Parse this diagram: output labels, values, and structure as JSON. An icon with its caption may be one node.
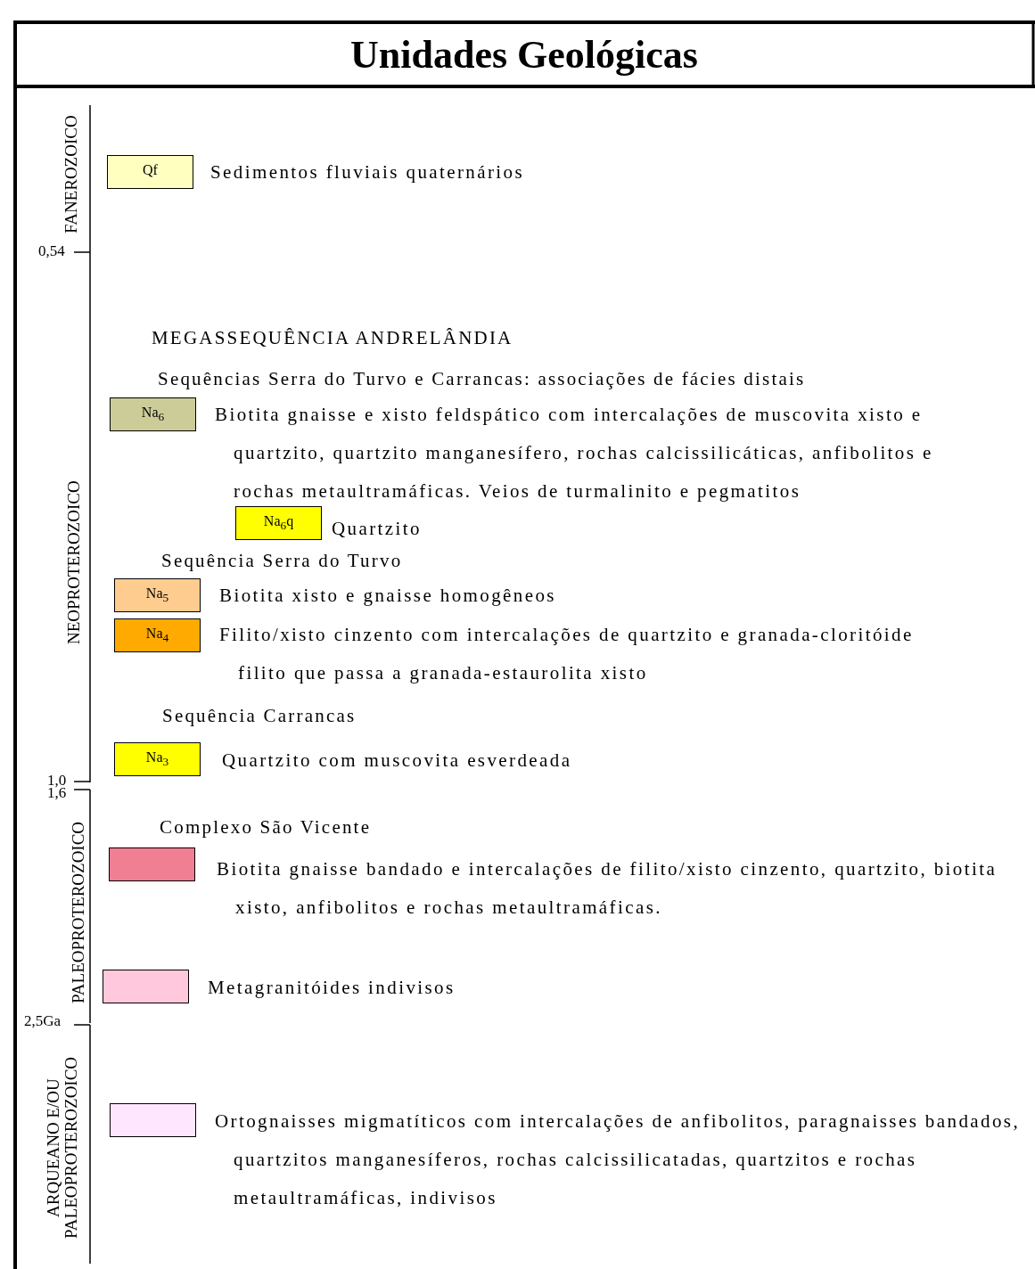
{
  "diagram": {
    "title": "Unidades Geológicas",
    "labels": [
      "FANEROZOICO",
      "0,54",
      "NEOPROTEROZOICO",
      "1,0",
      "1,6",
      "PALEOPROTEROZOICO",
      "2,5Ga",
      "ARQUEANO E/OU PALEOPROTEROZOICO",
      "Qf",
      "MEGASSEQUÊNCIA ANDRELÂNDIA",
      "Sequências Serra do Turvo e Carrancas: associações de fácies distais",
      "Na$_{6}$",
      "Na$_{6}$q",
      "Sequência Serra do Turvo",
      "Na$_{5}$",
      "Na$_{4}$",
      "Sequência Carrancas",
      "Na$_{3}$",
      "Complexo São Vicente"
    ],
    "legend": [
      {
        "text": "Sedimentos fluviais quaternários",
        "color": "#ffffc0"
      },
      {
        "text": "Biotita gnaisse e xisto feldspático com intercalações de muscovita xisto e quartzito, quartzito manganesífero, rochas calcissilicáticas, anfibolitos e rochas metaultramáficas. Veios de turmalinito e pegmatitos",
        "color": "#cccc99"
      },
      {
        "text": "Quartzito",
        "color": "#ffff00"
      },
      {
        "text": "Biotita xisto e gnaisse homogêneos",
        "color": "#ffcc90"
      },
      {
        "text": "Filito/xisto cinzento com intercalações de quartzito e granada-cloritóide filito que passa a granada-estaurolita xisto",
        "color": "#ffaa00"
      },
      {
        "text": "Quartzito com muscovita esverdeada",
        "color": "#ffff00"
      },
      {
        "text": "Biotita gnaisse bandado e intercalações de filito/xisto cinzento, quartzito, biotita  xisto, anfibolitos e rochas metaultramáficas.",
        "color": "#f07f93"
      },
      {
        "text": "Metagranitóides indivisos",
        "color": "#ffc8dc"
      },
      {
        "text": "Ortognaisses migmatíticos com intercalações de anfibolitos, paragnaisses bandados, quartzitos manganesíferos, rochas calcissilicatadas, quartzitos e rochas metaultramáficas, indivisos",
        "color": "#ffe6ff"
      }
    ]
  }
}
